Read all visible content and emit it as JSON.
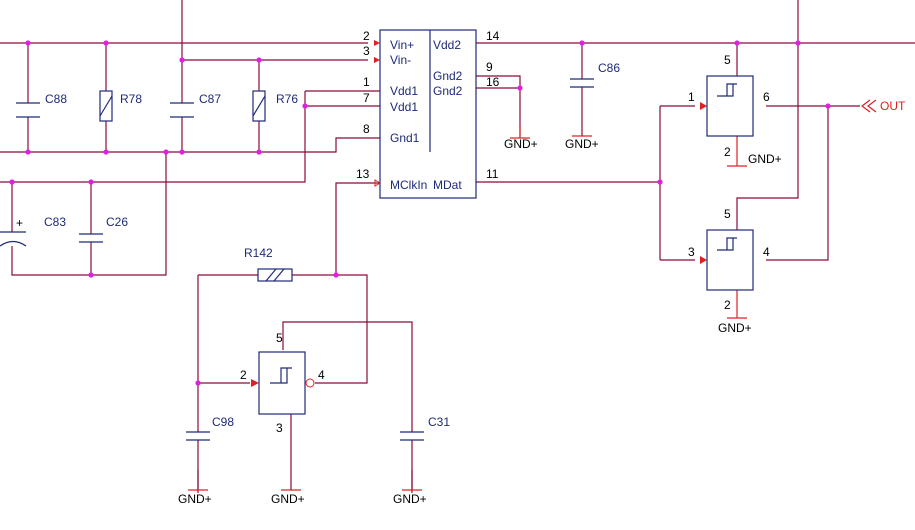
{
  "ic_main": {
    "left_pins": [
      "Vin+",
      "Vin-",
      "Vdd1",
      "Vdd1",
      "Gnd1",
      "MClkIn"
    ],
    "right_pins": [
      "Vdd2",
      "Gnd2",
      "Gnd2",
      "MDat"
    ],
    "pin_numbers": {
      "vin_plus": "2",
      "vin_minus": "3",
      "vdd1_a": "1",
      "vdd1_b": "7",
      "gnd1": "8",
      "mclkin": "13",
      "vdd2": "14",
      "gnd2_a": "9",
      "gnd2_b": "16",
      "mdat": "11"
    }
  },
  "components": {
    "c88": "C88",
    "r78": "R78",
    "c87": "C87",
    "r76": "R76",
    "c86": "C86",
    "c83": "C83",
    "c26": "C26",
    "r142": "R142",
    "c98": "C98",
    "c31": "C31"
  },
  "gates": {
    "u_top": {
      "in": "1",
      "out": "6",
      "vcc": "5",
      "gnd": "2"
    },
    "u_bottom": {
      "in": "3",
      "out": "4",
      "vcc": "5",
      "gnd": "2"
    },
    "u_osc": {
      "in": "2",
      "out": "4",
      "vcc": "5",
      "gnd": "3"
    }
  },
  "ground_label": "GND+",
  "output_label": "OUT",
  "polarity_mark": "+",
  "colors": {
    "wire": "#8b0b3a",
    "wire_red": "#e02020",
    "symbol": "#1e2a78",
    "junction": "#e020e0"
  }
}
